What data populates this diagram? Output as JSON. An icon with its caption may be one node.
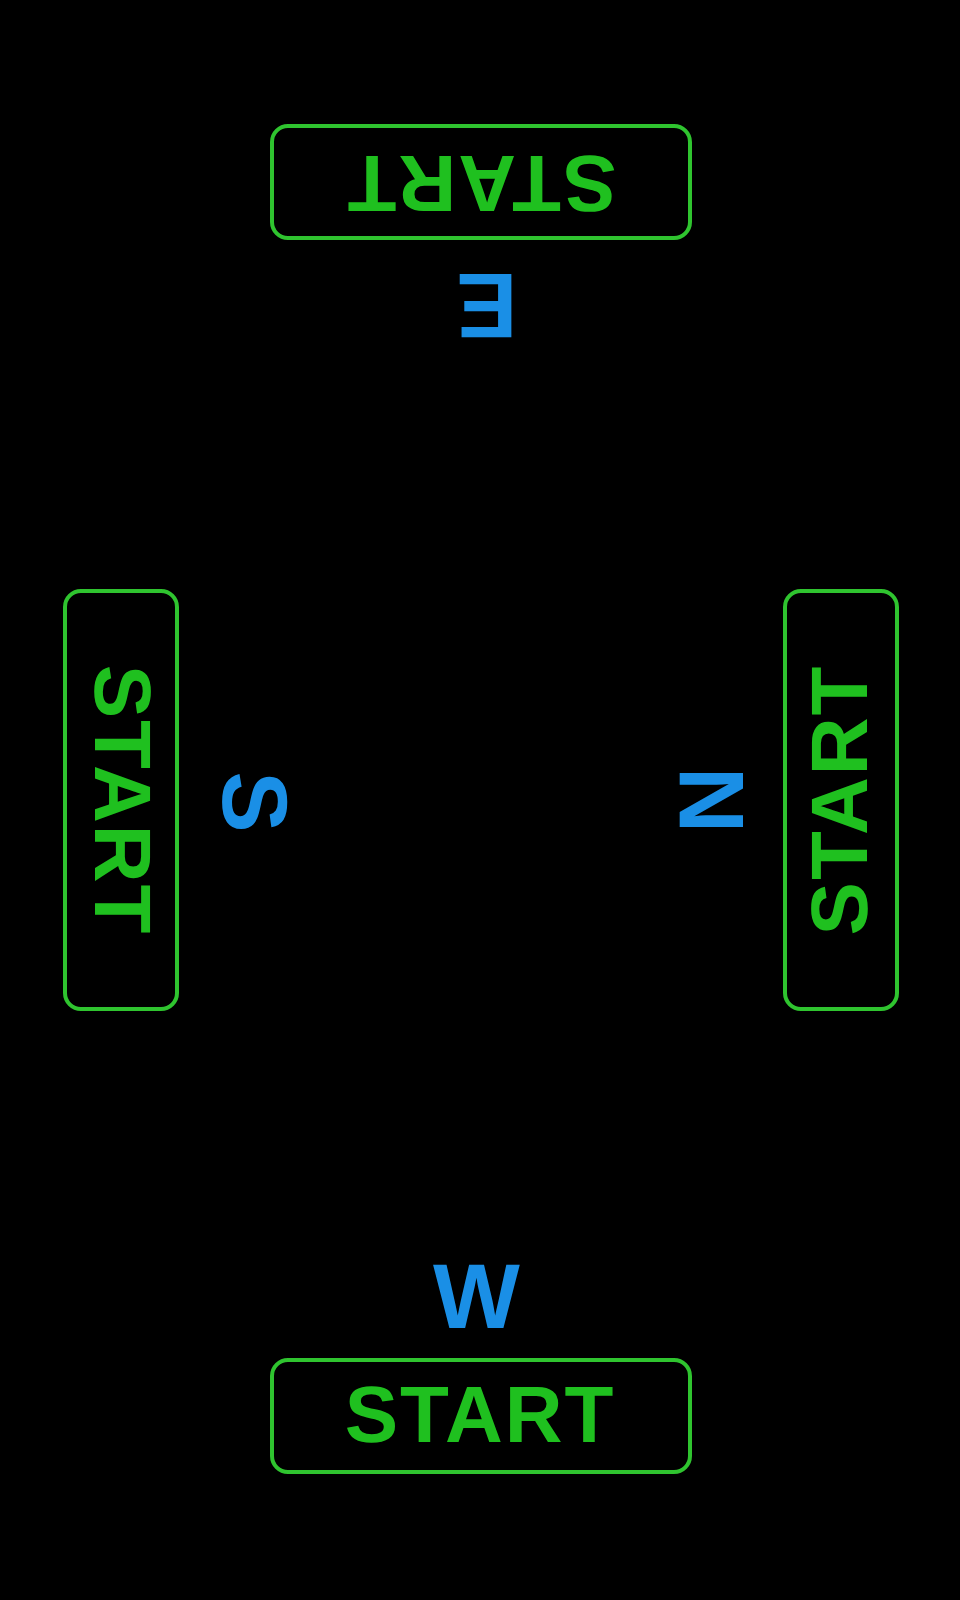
{
  "diagram": {
    "nodes": [
      {
        "text": [
          "START"
        ]
      },
      {
        "text": [
          "START"
        ]
      },
      {
        "text": [
          "START"
        ]
      },
      {
        "text": [
          "START"
        ]
      }
    ],
    "labels": [
      "E",
      "S",
      "N",
      "W"
    ]
  }
}
